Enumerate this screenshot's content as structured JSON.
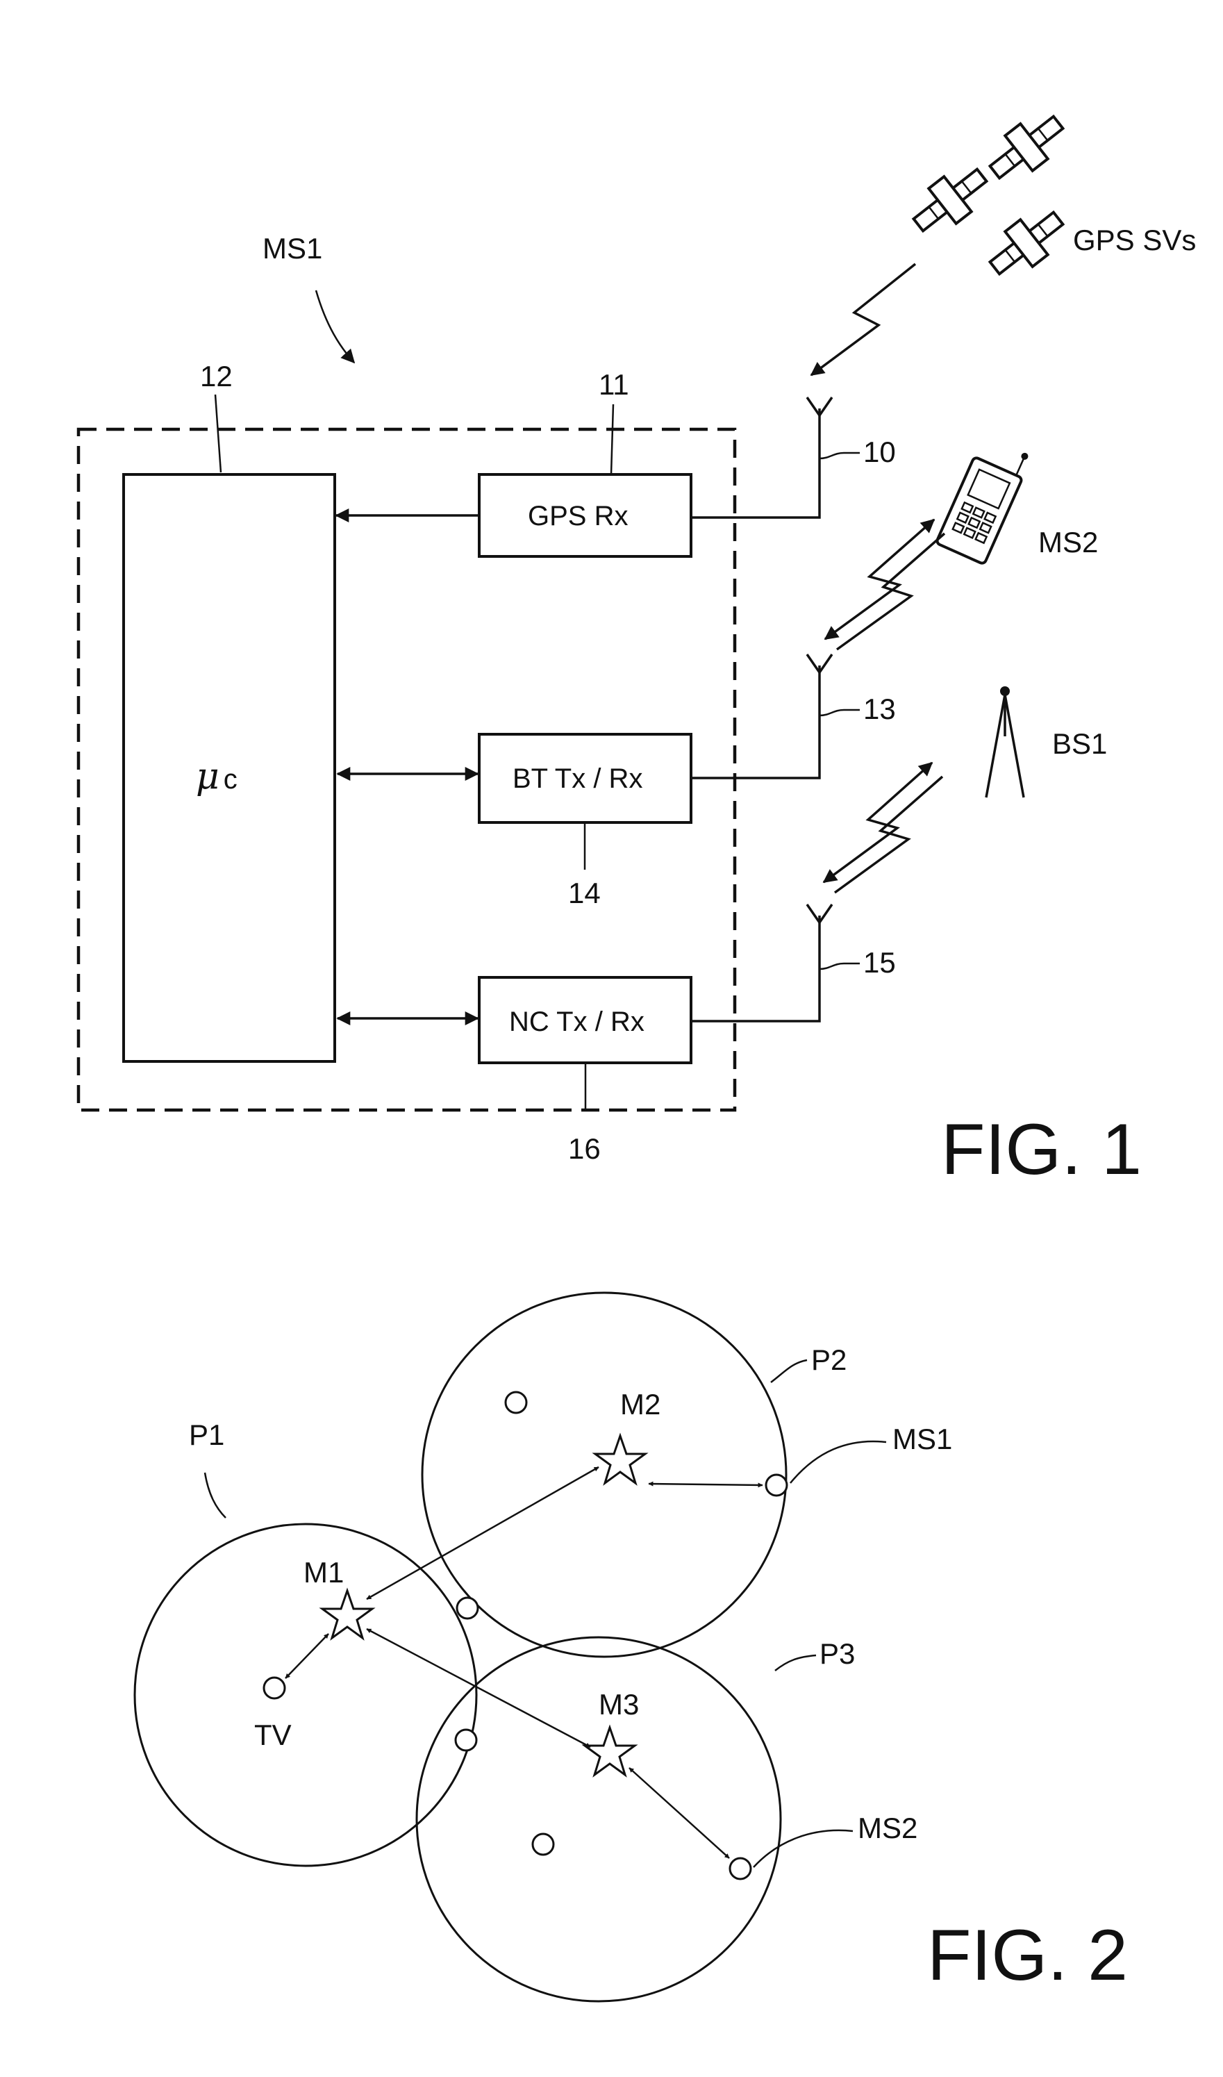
{
  "fig1": {
    "title": "FIG. 1",
    "device_label": "MS1",
    "ref_12": "12",
    "ref_11": "11",
    "ref_10": "10",
    "ref_13": "13",
    "ref_14": "14",
    "ref_15": "15",
    "ref_16": "16",
    "microcontroller_label_mu": "μ",
    "microcontroller_label_c": "c",
    "gps_rx_label": "GPS Rx",
    "bt_label": "BT Tx / Rx",
    "nc_label": "NC Tx / Rx",
    "satellites_label": "GPS SVs",
    "phone_label": "MS2",
    "base_station_label": "BS1"
  },
  "fig2": {
    "title": "FIG. 2",
    "p1": "P1",
    "p2": "P2",
    "p3": "P3",
    "m1": "M1",
    "m2": "M2",
    "m3": "M3",
    "ms1": "MS1",
    "ms2": "MS2",
    "tv": "TV"
  },
  "colors": {
    "ink": "#111111",
    "paper": "#ffffff"
  }
}
